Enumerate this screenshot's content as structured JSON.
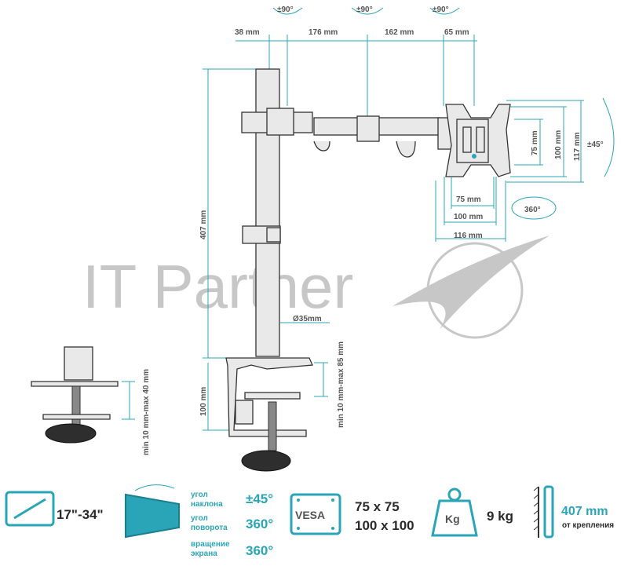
{
  "watermark": {
    "text": "IT Partner"
  },
  "dimensions": {
    "top": [
      "38 mm",
      "176 mm",
      "162 mm",
      "65 mm"
    ],
    "rotations_top": [
      "±90°",
      "±90°",
      "±90°"
    ],
    "height_pole": "407 mm",
    "pole_diameter": "Ø35mm",
    "clamp_height": "100 mm",
    "clamp_desk": "min 10 mm-max 85 mm",
    "grommet_desk": "min 10 mm-max 40 mm",
    "vesa_h1": "75 mm",
    "vesa_h2": "100 mm",
    "vesa_h3": "116 mm",
    "vesa_v1": "75 mm",
    "vesa_v2": "100 mm",
    "vesa_v3": "117 mm",
    "tilt": "±45°",
    "rotate": "360°"
  },
  "specs": {
    "screen_size": "17\"-34\"",
    "tilt_label": "угол\nнаклона",
    "tilt_value": "±45°",
    "rotate_label": "угол\nповорота",
    "rotate_value": "360°",
    "screen_rot_label": "вращение\nэкрана",
    "screen_rot_value": "360°",
    "vesa_badge": "VESA",
    "vesa_values": [
      "75 x 75",
      "100 x 100"
    ],
    "weight_badge": "Kg",
    "weight_value": "9 kg",
    "height_value": "407 mm",
    "height_label": "от крепления"
  },
  "colors": {
    "accent": "#2aa5b8",
    "metal": "#e9e9e9",
    "outline": "#333333"
  }
}
